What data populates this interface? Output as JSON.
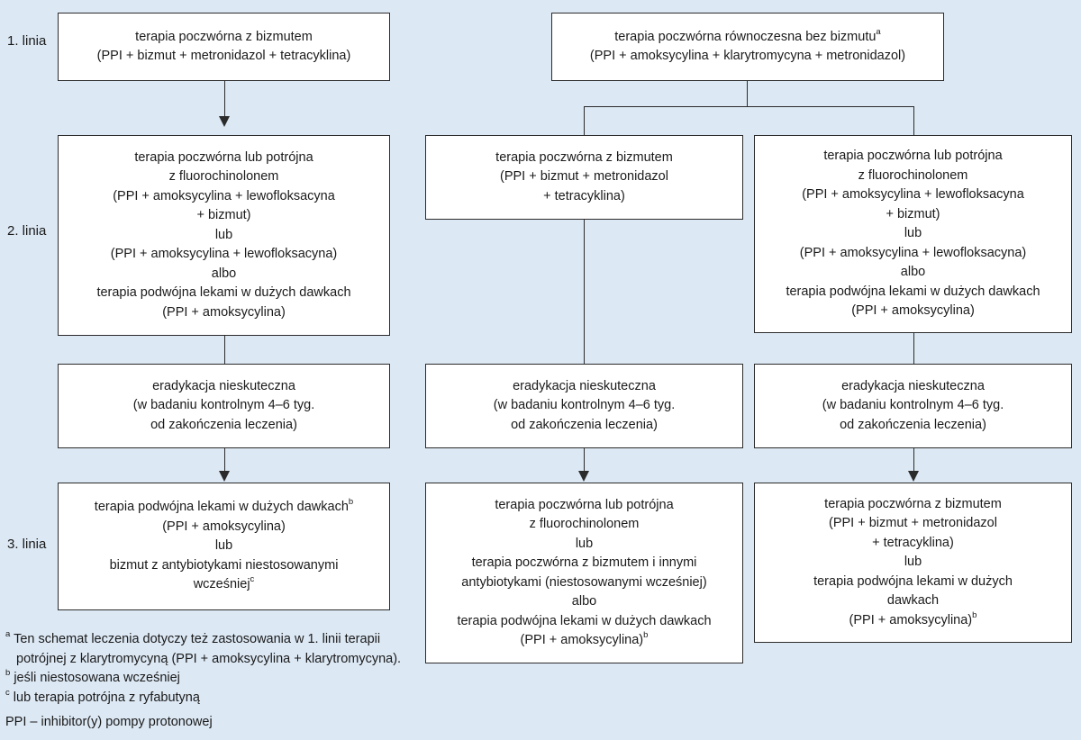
{
  "labels": {
    "line1": "1. linia",
    "line2": "2. linia",
    "line3": "3. linia"
  },
  "left": {
    "first": [
      "terapia poczwórna z bizmutem",
      "(PPI + bizmut + metronidazol + tetracyklina)"
    ],
    "second": [
      "terapia poczwórna lub potrójna",
      "z fluorochinolonem",
      "(PPI + amoksycylina + lewofloksacyna",
      "+ bizmut)",
      "lub",
      "(PPI + amoksycylina + lewofloksacyna)",
      "albo",
      "terapia podwójna lekami w dużych dawkach",
      "(PPI + amoksycylina)"
    ],
    "fail": [
      "eradykacja nieskuteczna",
      "(w badaniu kontrolnym 4–6 tyg.",
      "od zakończenia leczenia)"
    ],
    "third": {
      "line1": "terapia podwójna lekami w dużych dawkach",
      "line1_sup": "b",
      "line2": "(PPI + amoksycylina)",
      "line3": "lub",
      "line4": "bizmut z antybiotykami niestosowanymi",
      "line5": "wcześniej",
      "line5_sup": "c"
    }
  },
  "right": {
    "first": {
      "line1": "terapia poczwórna równoczesna bez bizmutu",
      "line1_sup": "a",
      "line2": "(PPI + amoksycylina + klarytromycyna + metronidazol)"
    },
    "mid_second": [
      "terapia poczwórna z bizmutem",
      "(PPI + bizmut + metronidazol",
      "+ tetracyklina)"
    ],
    "right_second": [
      "terapia poczwórna lub potrójna",
      "z fluorochinolonem",
      "(PPI + amoksycylina + lewofloksacyna",
      "+ bizmut)",
      "lub",
      "(PPI + amoksycylina + lewofloksacyna)",
      "albo",
      "terapia podwójna lekami w dużych dawkach",
      "(PPI + amoksycylina)"
    ],
    "mid_fail": [
      "eradykacja nieskuteczna",
      "(w badaniu kontrolnym 4–6 tyg.",
      "od zakończenia leczenia)"
    ],
    "right_fail": [
      "eradykacja nieskuteczna",
      "(w badaniu kontrolnym 4–6 tyg.",
      "od zakończenia leczenia)"
    ],
    "mid_third": {
      "lines": [
        "terapia poczwórna lub potrójna",
        "z fluorochinolonem",
        "lub",
        "terapia poczwórna z bizmutem i innymi",
        "antybiotykami (niestosowanymi wcześniej)",
        "albo",
        "terapia podwójna lekami w dużych dawkach"
      ],
      "last": "(PPI + amoksycylina)",
      "last_sup": "b"
    },
    "right_third": {
      "lines": [
        "terapia poczwórna z bizmutem",
        "(PPI + bizmut + metronidazol",
        "+ tetracyklina)",
        "lub",
        "terapia podwójna lekami w dużych",
        "dawkach"
      ],
      "last": "(PPI + amoksycylina)",
      "last_sup": "b"
    }
  },
  "footnotes": {
    "a_mark": "a",
    "a_line1": "Ten schemat leczenia dotyczy też zastosowania w 1. linii terapii",
    "a_line2": "potrójnej z klarytromycyną (PPI + amoksycylina + klarytromycyna).",
    "b_mark": "b",
    "b_text": "jeśli niestosowana wcześniej",
    "c_mark": "c",
    "c_text": "lub terapia potrójna z ryfabutyną",
    "ppi": "PPI – inhibitor(y) pompy protonowej"
  }
}
